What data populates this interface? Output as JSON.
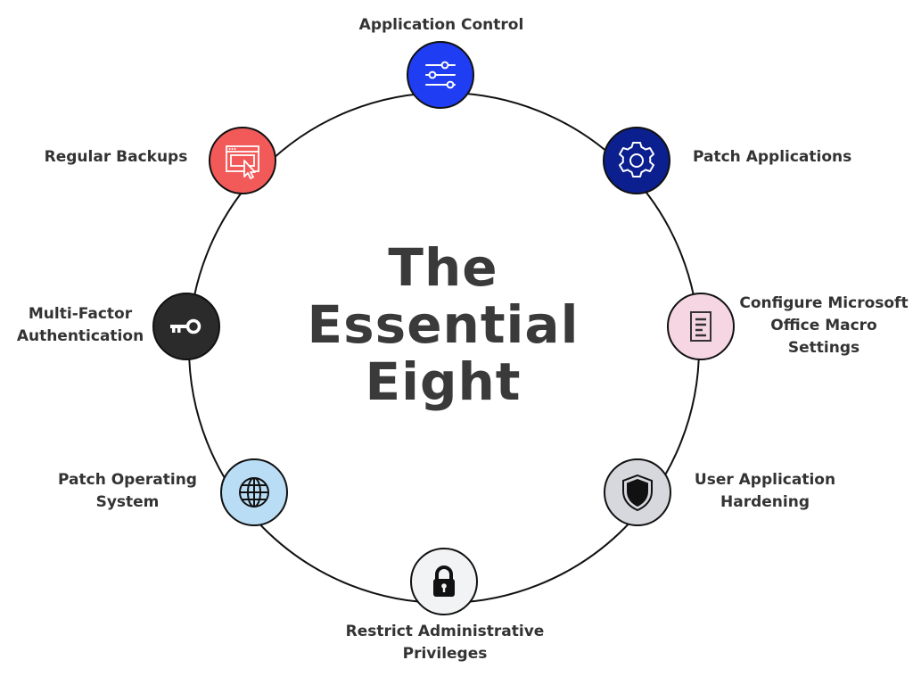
{
  "title": {
    "line1": "The",
    "line2": "Essential",
    "line3": "Eight"
  },
  "items": [
    {
      "label_lines": [
        "Application Control"
      ],
      "icon": "sliders-icon",
      "color": "#1f3df2"
    },
    {
      "label_lines": [
        "Patch Applications"
      ],
      "icon": "gear-icon",
      "color": "#0b1f8f"
    },
    {
      "label_lines": [
        "Configure Microsoft",
        "Office Macro",
        "Settings"
      ],
      "icon": "document-icon",
      "color": "#f6d6e2"
    },
    {
      "label_lines": [
        "User Application",
        "Hardening"
      ],
      "icon": "shield-icon",
      "color": "#d6d8dd"
    },
    {
      "label_lines": [
        "Restrict Administrative",
        "Privileges"
      ],
      "icon": "lock-icon",
      "color": "#f2f3f4"
    },
    {
      "label_lines": [
        "Patch Operating",
        "System"
      ],
      "icon": "globe-icon",
      "color": "#b9ddf5"
    },
    {
      "label_lines": [
        "Multi-Factor",
        "Authentication"
      ],
      "icon": "key-icon",
      "color": "#2b2b2b"
    },
    {
      "label_lines": [
        "Regular Backups"
      ],
      "icon": "browser-cursor-icon",
      "color": "#f25a5a"
    }
  ]
}
